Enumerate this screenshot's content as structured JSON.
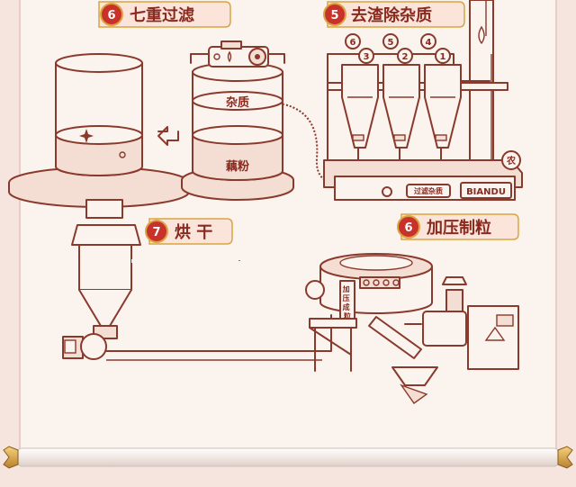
{
  "steps": [
    {
      "num": "6",
      "label": "七重过滤"
    },
    {
      "num": "5",
      "label": "去渣除杂质"
    },
    {
      "num": "7",
      "label": "烘 干"
    },
    {
      "num": "6",
      "label": "加压制粒"
    }
  ],
  "tank_labels": {
    "top": "杂质",
    "bottom": "藕粉"
  },
  "cyclone_numbers": [
    "6",
    "5",
    "4",
    "3",
    "2",
    "1"
  ],
  "machine": {
    "panel_label": "过滤杂质",
    "brand": "BIANDU",
    "badge": "农"
  },
  "granulator": {
    "vertical_label": "加压成粒"
  },
  "colors": {
    "background": "#f6e4de",
    "canvas": "#fbf3ee",
    "line": "#8a3a2c",
    "badge_red": "#c8322a",
    "gold": "#d9a441"
  }
}
